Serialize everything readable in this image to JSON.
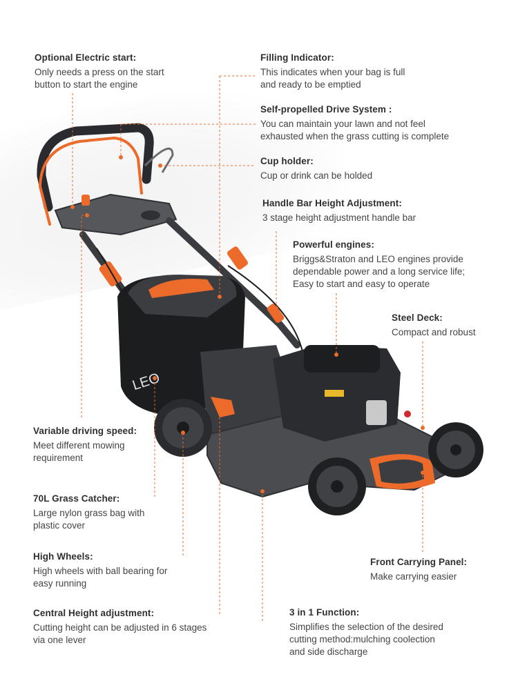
{
  "colors": {
    "accent": "#ec6a2a",
    "deck": "#4a4c50",
    "deck_dark": "#2e3033",
    "text_title": "#2f2f2f",
    "text_body": "#444444"
  },
  "brand": {
    "logo_text": "LEO"
  },
  "features": [
    {
      "id": "electric-start",
      "title": "Optional Electric start:",
      "desc": "Only needs a press on the start\nbutton to start the engine"
    },
    {
      "id": "filling-indicator",
      "title": "Filling Indicator:",
      "desc": "This indicates when your bag is full\nand ready to be emptied"
    },
    {
      "id": "self-propelled",
      "title": "Self-propelled Drive System :",
      "desc": "You can maintain your lawn and not feel\nexhausted when the grass cutting is complete"
    },
    {
      "id": "cup-holder",
      "title": "Cup holder:",
      "desc": "Cup or drink can be holded"
    },
    {
      "id": "handle-bar",
      "title": "Handle Bar  Height Adjustment:",
      "desc": "3 stage height adjustment handle bar"
    },
    {
      "id": "engines",
      "title": "Powerful engines:",
      "desc": "Briggs&Straton and LEO engines provide\ndependable power and a long service life;\nEasy to start and easy to operate"
    },
    {
      "id": "steel-deck",
      "title": "Steel Deck:",
      "desc": "Compact and robust"
    },
    {
      "id": "driving-speed",
      "title": "Variable driving speed:",
      "desc": "Meet different mowing\nrequirement"
    },
    {
      "id": "grass-catcher",
      "title": "70L Grass Catcher:",
      "desc": "Large nylon grass bag with\nplastic cover"
    },
    {
      "id": "high-wheels",
      "title": "High Wheels:",
      "desc": "High wheels with ball bearing for\neasy running"
    },
    {
      "id": "front-panel",
      "title": "Front Carrying Panel:",
      "desc": "Make carrying easier"
    },
    {
      "id": "central-height",
      "title": "Central Height adjustment:",
      "desc": "Cutting height can be adjusted in 6 stages\nvia one lever"
    },
    {
      "id": "three-in-one",
      "title": "3 in 1 Function:",
      "desc": "Simplifies the selection of the desired\ncutting method:mulching coolection\nand side discharge"
    }
  ]
}
